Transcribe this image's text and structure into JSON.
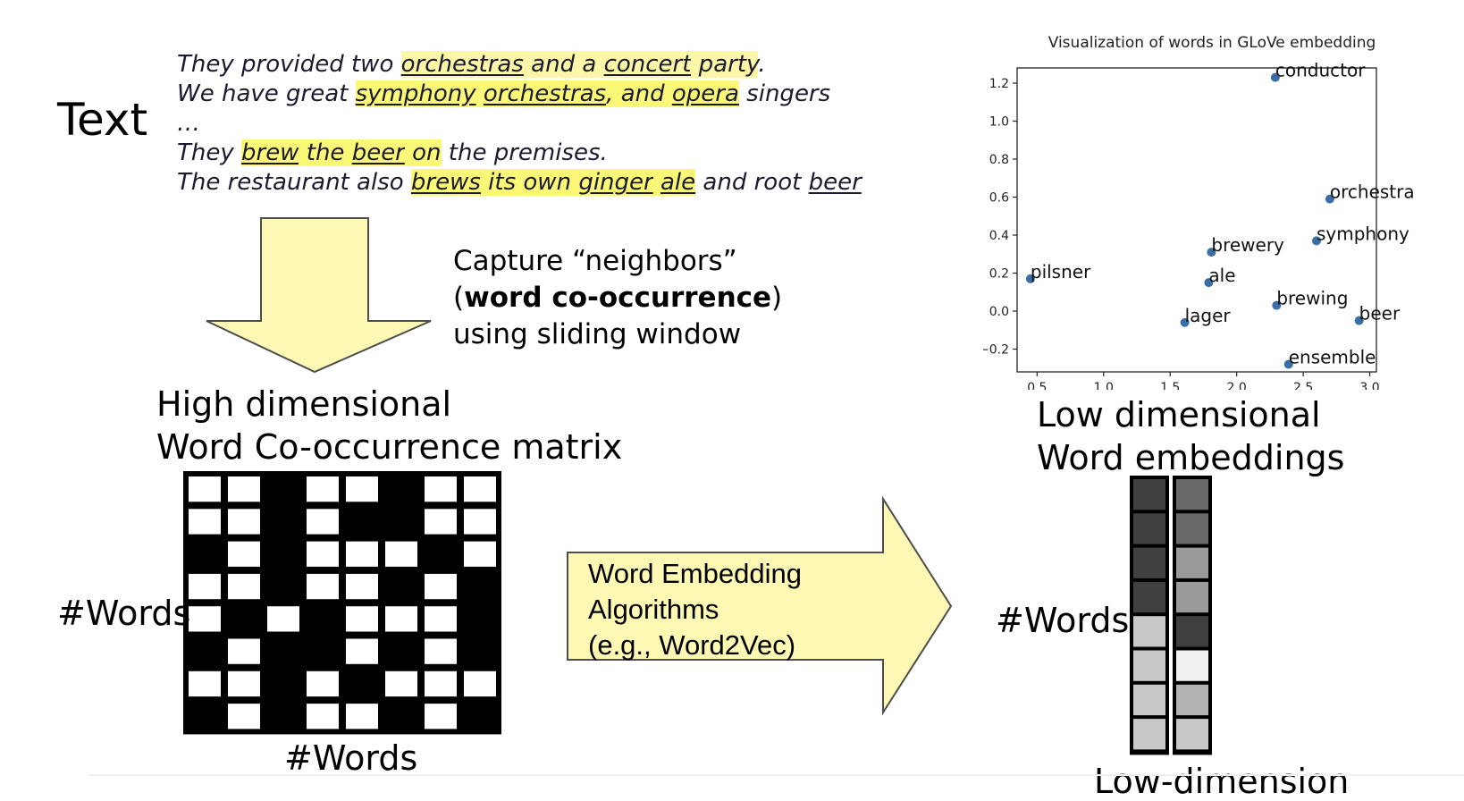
{
  "text_label": "Text",
  "sentences": [
    [
      {
        "t": "They provided two ",
        "hl": false,
        "ul": false
      },
      {
        "t": "orchestras",
        "hl": "pale",
        "ul": true
      },
      {
        "t": " and a ",
        "hl": "pale",
        "ul": false
      },
      {
        "t": "concert",
        "hl": "pale",
        "ul": true
      },
      {
        "t": " party",
        "hl": "pale",
        "ul": false
      },
      {
        "t": ".",
        "hl": false,
        "ul": false
      }
    ],
    [
      {
        "t": "We have great ",
        "hl": false,
        "ul": false
      },
      {
        "t": "symphony",
        "hl": true,
        "ul": true
      },
      {
        "t": " ",
        "hl": true,
        "ul": false
      },
      {
        "t": "orchestras",
        "hl": true,
        "ul": true
      },
      {
        "t": ", and ",
        "hl": true,
        "ul": false
      },
      {
        "t": "opera",
        "hl": true,
        "ul": true
      },
      {
        "t": " singers",
        "hl": false,
        "ul": false
      }
    ],
    [
      {
        "t": "…",
        "hl": false,
        "ul": false
      }
    ],
    [
      {
        "t": "They ",
        "hl": false,
        "ul": false
      },
      {
        "t": "brew",
        "hl": true,
        "ul": true
      },
      {
        "t": " the ",
        "hl": true,
        "ul": false
      },
      {
        "t": "beer",
        "hl": true,
        "ul": true
      },
      {
        "t": " on",
        "hl": true,
        "ul": false
      },
      {
        "t": " the premises.",
        "hl": false,
        "ul": false
      }
    ],
    [
      {
        "t": "The restaurant also ",
        "hl": false,
        "ul": false
      },
      {
        "t": "brews",
        "hl": true,
        "ul": true
      },
      {
        "t": " its own ",
        "hl": true,
        "ul": false
      },
      {
        "t": "ginger",
        "hl": true,
        "ul": true
      },
      {
        "t": " ",
        "hl": true,
        "ul": false
      },
      {
        "t": "ale",
        "hl": true,
        "ul": true
      },
      {
        "t": " and root ",
        "hl": false,
        "ul": false
      },
      {
        "t": "beer",
        "hl": false,
        "ul": true
      }
    ]
  ],
  "capture": {
    "line1": "Capture “neighbors”",
    "line2_open": "(",
    "line2_bold": "word co-occurrence",
    "line2_close": ")",
    "line3": "using sliding window"
  },
  "high_dim": {
    "line1": "High dimensional",
    "line2": "Word Co-occurrence matrix"
  },
  "low_dim": {
    "line1": "Low dimensional",
    "line2": "Word embeddings"
  },
  "words_left": "#Words",
  "words_bottom": "#Words",
  "words_right": "#Words",
  "low_dimension": "Low-dimension",
  "algorithm": {
    "line1": "Word Embedding",
    "line2": "Algorithms",
    "line3": "(e.g., Word2Vec)"
  },
  "colors": {
    "arrow_fill": "#fdf8b4",
    "arrow_stroke": "#4d4d4d",
    "highlight": "#fbf877",
    "point": "#3a6ea5"
  },
  "cooccurrence_matrix": {
    "columns": [
      [
        0,
        0,
        1,
        0,
        0,
        1,
        0,
        1
      ],
      [
        0,
        0,
        0,
        0,
        1,
        0,
        0,
        0
      ],
      [
        1,
        1,
        1,
        1,
        0,
        1,
        1,
        1
      ],
      [
        0,
        0,
        0,
        0,
        1,
        1,
        0,
        0
      ],
      [
        0,
        1,
        0,
        0,
        0,
        0,
        1,
        0
      ],
      [
        1,
        1,
        0,
        1,
        0,
        1,
        0,
        1
      ],
      [
        0,
        0,
        1,
        0,
        0,
        0,
        0,
        0
      ],
      [
        0,
        0,
        0,
        1,
        1,
        1,
        0,
        1
      ]
    ]
  },
  "embedding_matrix": {
    "columns": [
      [
        "#404040",
        "#404040",
        "#404040",
        "#404040",
        "#c8c8c8",
        "#c8c8c8",
        "#c8c8c8",
        "#c8c8c8"
      ],
      [
        "#686868",
        "#686868",
        "#9a9a9a",
        "#9a9a9a",
        "#404040",
        "#f0f0f0",
        "#b4b4b4",
        "#c8c8c8"
      ]
    ]
  },
  "chart_data": {
    "type": "scatter",
    "title": "Visualization of words in GLoVe embedding",
    "xlabel": "",
    "ylabel": "",
    "xlim": [
      0.35,
      3.05
    ],
    "ylim": [
      -0.32,
      1.28
    ],
    "xticks": [
      "0.5",
      "1.0",
      "1.5",
      "2.0",
      "2.5",
      "3.0"
    ],
    "yticks": [
      "−0.2",
      "0.0",
      "0.2",
      "0.4",
      "0.6",
      "0.8",
      "1.0",
      "1.2"
    ],
    "points": [
      {
        "label": "conductor",
        "x": 2.29,
        "y": 1.23
      },
      {
        "label": "orchestra",
        "x": 2.7,
        "y": 0.59
      },
      {
        "label": "symphony",
        "x": 2.6,
        "y": 0.37
      },
      {
        "label": "brewery",
        "x": 1.81,
        "y": 0.31
      },
      {
        "label": "pilsner",
        "x": 0.45,
        "y": 0.17
      },
      {
        "label": "ale",
        "x": 1.79,
        "y": 0.15
      },
      {
        "label": "brewing",
        "x": 2.3,
        "y": 0.03
      },
      {
        "label": "beer",
        "x": 2.92,
        "y": -0.05
      },
      {
        "label": "lager",
        "x": 1.61,
        "y": -0.06
      },
      {
        "label": "ensemble",
        "x": 2.39,
        "y": -0.28
      }
    ],
    "grid": false,
    "legend": "none"
  }
}
